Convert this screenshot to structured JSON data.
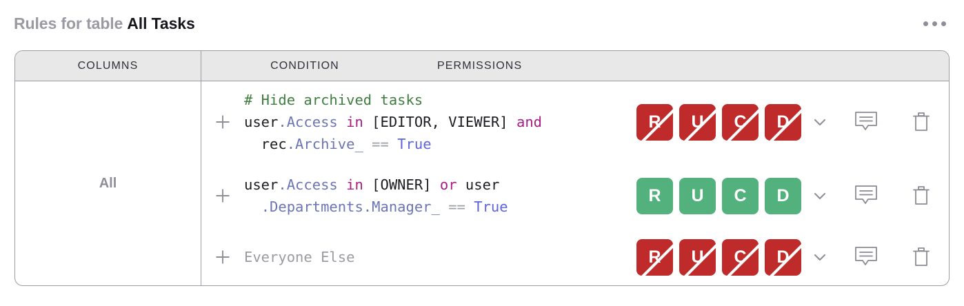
{
  "header": {
    "title_prefix": "Rules for table",
    "title_name": "All Tasks",
    "menu_icon": "kebab-menu-icon"
  },
  "table": {
    "headers": {
      "columns": "COLUMNS",
      "condition": "CONDITION",
      "permissions": "PERMISSIONS"
    },
    "columns_cell": "All",
    "rows": [
      {
        "id": "rule-1",
        "add_icon": "plus-icon",
        "condition_lines": [
          [
            {
              "t": "# Hide archived tasks",
              "c": "c-comment"
            }
          ],
          [
            {
              "t": "user",
              "c": "c-plain"
            },
            {
              "t": ".Access",
              "c": "c-attr"
            },
            {
              "t": " ",
              "c": "c-plain"
            },
            {
              "t": "in",
              "c": "c-kw"
            },
            {
              "t": " [EDITOR, VIEWER] ",
              "c": "c-plain"
            },
            {
              "t": "and",
              "c": "c-kw"
            }
          ],
          [
            {
              "t": "  rec",
              "c": "c-plain"
            },
            {
              "t": ".Archive_",
              "c": "c-attr"
            },
            {
              "t": " ",
              "c": "c-plain"
            },
            {
              "t": "==",
              "c": "c-op"
            },
            {
              "t": " ",
              "c": "c-plain"
            },
            {
              "t": "True",
              "c": "c-bool"
            }
          ]
        ],
        "permissions": [
          {
            "letter": "R",
            "state": "deny"
          },
          {
            "letter": "U",
            "state": "deny"
          },
          {
            "letter": "C",
            "state": "deny"
          },
          {
            "letter": "D",
            "state": "deny"
          }
        ],
        "expand_icon": "chevron-down-icon",
        "comment_icon": "comment-icon",
        "delete_icon": "trash-icon"
      },
      {
        "id": "rule-2",
        "add_icon": "plus-icon",
        "condition_lines": [
          [
            {
              "t": "user",
              "c": "c-plain"
            },
            {
              "t": ".Access",
              "c": "c-attr"
            },
            {
              "t": " ",
              "c": "c-plain"
            },
            {
              "t": "in",
              "c": "c-kw"
            },
            {
              "t": " [OWNER] ",
              "c": "c-plain"
            },
            {
              "t": "or",
              "c": "c-kw"
            },
            {
              "t": " user",
              "c": "c-plain"
            }
          ],
          [
            {
              "t": "  ",
              "c": "c-plain"
            },
            {
              "t": ".Departments.Manager_",
              "c": "c-attr"
            },
            {
              "t": " ",
              "c": "c-plain"
            },
            {
              "t": "==",
              "c": "c-op"
            },
            {
              "t": " ",
              "c": "c-plain"
            },
            {
              "t": "True",
              "c": "c-bool"
            }
          ]
        ],
        "permissions": [
          {
            "letter": "R",
            "state": "allow"
          },
          {
            "letter": "U",
            "state": "allow"
          },
          {
            "letter": "C",
            "state": "allow"
          },
          {
            "letter": "D",
            "state": "allow"
          }
        ],
        "expand_icon": "chevron-down-icon",
        "comment_icon": "comment-icon",
        "delete_icon": "trash-icon"
      },
      {
        "id": "rule-3",
        "add_icon": "plus-icon",
        "condition_lines": [
          [
            {
              "t": "Everyone Else",
              "c": "c-muted"
            }
          ]
        ],
        "permissions": [
          {
            "letter": "R",
            "state": "deny"
          },
          {
            "letter": "U",
            "state": "deny"
          },
          {
            "letter": "C",
            "state": "deny"
          },
          {
            "letter": "D",
            "state": "deny"
          }
        ],
        "expand_icon": "chevron-down-icon",
        "comment_icon": "comment-icon",
        "delete_icon": "trash-icon"
      }
    ]
  },
  "colors": {
    "allow": "#53b17d",
    "deny": "#bf2a2a",
    "border": "#9b9ba3",
    "header_bg": "#e8e8e8",
    "muted_text": "#8e8e99",
    "title_text": "#16161d"
  }
}
